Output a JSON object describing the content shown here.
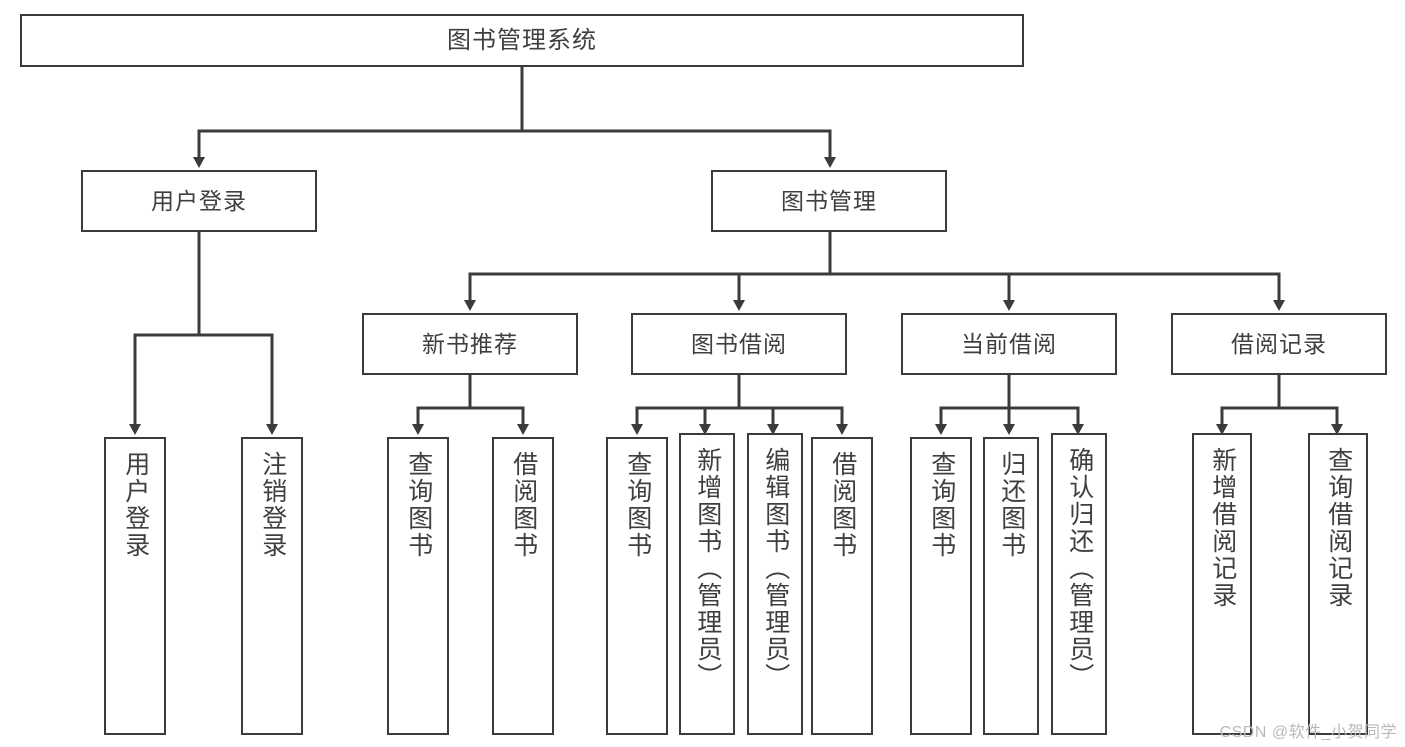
{
  "diagram": {
    "title": "图书管理系统",
    "type": "hierarchy-tree",
    "colors": {
      "box_border": "#3b3b3b",
      "box_fill": "#ffffff",
      "connector": "#3b3b3b",
      "text": "#3f3f3f",
      "watermark": "#b9b9b9",
      "background": "#ffffff"
    },
    "levels": {
      "root": "图书管理系统",
      "level2": [
        "用户登录",
        "图书管理"
      ],
      "level3": [
        "新书推荐",
        "图书借阅",
        "当前借阅",
        "借阅记录"
      ]
    },
    "nodes": {
      "root": {
        "label": "图书管理系统"
      },
      "user_login": {
        "label": "用户登录"
      },
      "book_manage": {
        "label": "图书管理"
      },
      "new_book_rec": {
        "label": "新书推荐"
      },
      "book_borrow": {
        "label": "图书借阅"
      },
      "current_borrow": {
        "label": "当前借阅"
      },
      "borrow_record": {
        "label": "借阅记录"
      }
    },
    "leaves": {
      "user_login": [
        {
          "label": "用户登录"
        },
        {
          "label": "注销登录"
        }
      ],
      "new_book_rec": [
        {
          "label": "查询图书"
        },
        {
          "label": "借阅图书"
        }
      ],
      "book_borrow": [
        {
          "label": "查询图书"
        },
        {
          "label": "新增图书（管理员）"
        },
        {
          "label": "编辑图书（管理员）"
        },
        {
          "label": "借阅图书"
        }
      ],
      "current_borrow": [
        {
          "label": "查询图书"
        },
        {
          "label": "归还图书"
        },
        {
          "label": "确认归还（管理员）"
        }
      ],
      "borrow_record": [
        {
          "label": "新增借阅记录"
        },
        {
          "label": "查询借阅记录"
        }
      ]
    }
  },
  "watermark": {
    "text": "CSDN @软件_小贺同学"
  }
}
